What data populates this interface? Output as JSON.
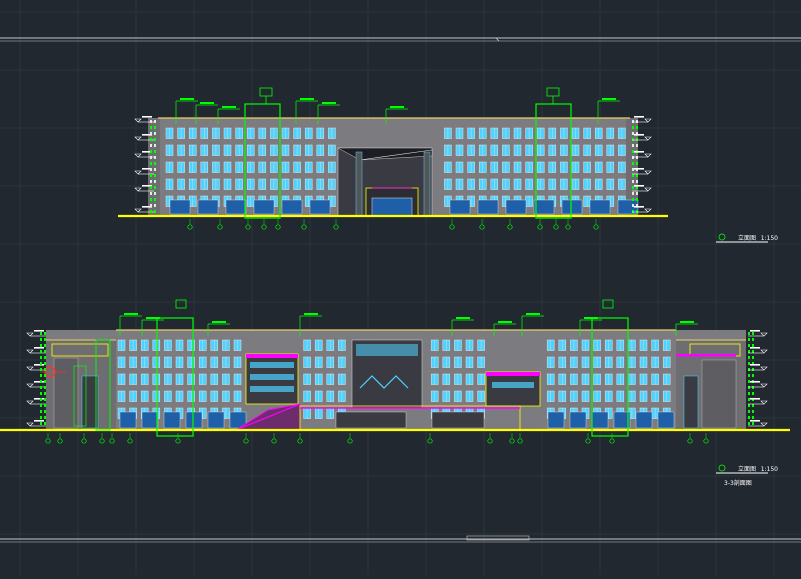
{
  "top_elevation": {
    "title": "立面图",
    "scale": "1:150"
  },
  "bottom_elevation": {
    "title": "立面图",
    "scale": "1:150",
    "subtitle": "3-3剖面图"
  },
  "colors": {
    "background": "#212830",
    "grid": "#2b333c",
    "wall": "#7c7c80",
    "window": "#4fd2ff",
    "frame": "#e6e6e6",
    "ground": "#ffff00",
    "leader": "#00ff00",
    "accent": "#ff00ff",
    "level_marker": "#ffffff",
    "roof_trim": "#e9d06c"
  }
}
